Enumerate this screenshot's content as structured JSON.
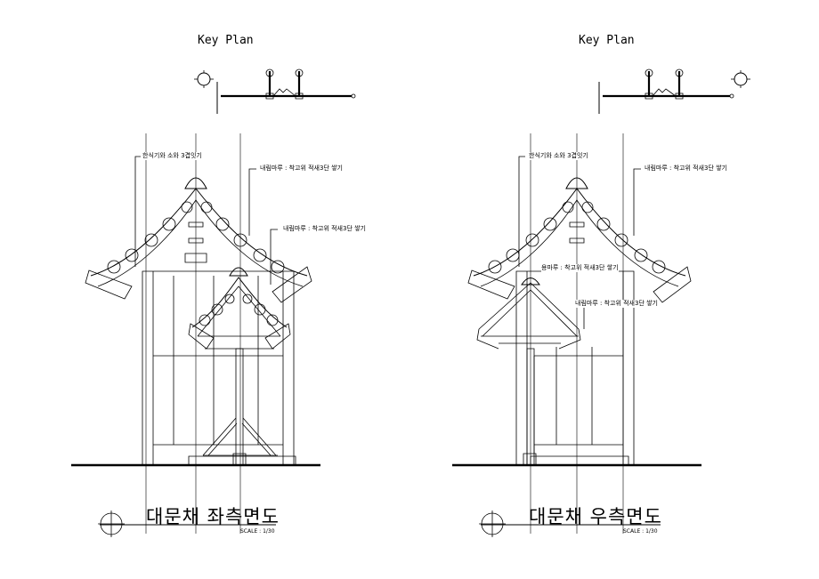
{
  "left": {
    "key_plan": "Key Plan",
    "title": "대문채 좌측면도",
    "scale": "SCALE : 1/30",
    "notes": {
      "n1": "한식기와 소와 3겹잇기",
      "n2": "내림마루 : 착고위 적새3단 쌓기",
      "n3": "내림마루 : 착고위 적새3단 쌓기"
    }
  },
  "right": {
    "key_plan": "Key Plan",
    "title": "대문채 우측면도",
    "scale": "SCALE : 1/30",
    "notes": {
      "n1": "한식기와 소와 3겹잇기",
      "n2": "내림마루 : 착고위 적새3단 쌓기",
      "n3": "용마루 : 착고위 적새3단 쌓기",
      "n4": "내림마루 : 착고위 적새3단 쌓기"
    }
  }
}
